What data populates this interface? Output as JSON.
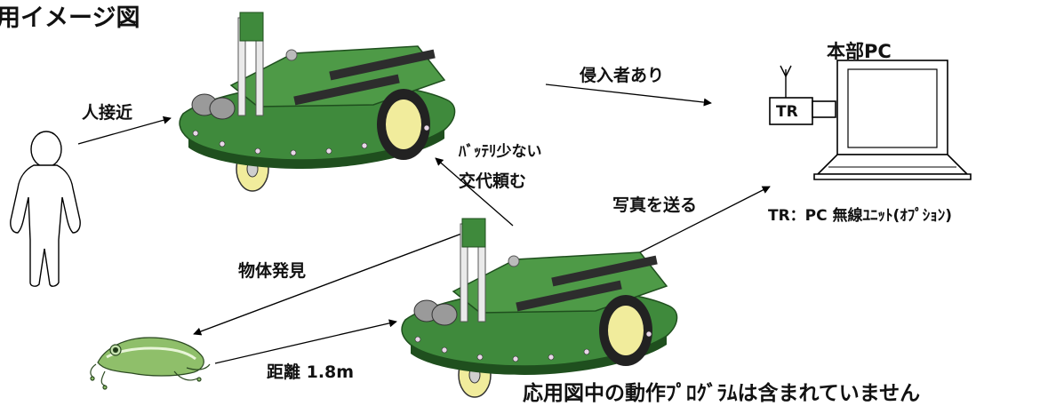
{
  "title": "用イメージ図",
  "labels": {
    "approach": "人接近",
    "intruder": "侵入者あり",
    "battery_line1": "ﾊﾞｯﾃﾘ少ない",
    "battery_line2": "交代頼む",
    "send_photo": "写真を送る",
    "object_found": "物体発見",
    "distance": "距離 1.8m",
    "hq_pc": "本部PC",
    "tr": "TR",
    "tr_note": "TR：PC 無線ﾕﾆｯﾄ(ｵﾌﾟｼｮﾝ)",
    "note": "応用図中の動作ﾌﾟﾛｸﾞﾗﾑは含まれていません"
  },
  "colors": {
    "board_green": "#3f8a3c",
    "board_dark": "#1f4f1e",
    "wheel_yellow": "#f1ec9c",
    "frog_green": "#8fbf6a",
    "line": "#000000"
  },
  "icons": [
    "person-icon",
    "frog-icon",
    "robot-car-icon",
    "laptop-icon",
    "antenna-icon"
  ]
}
